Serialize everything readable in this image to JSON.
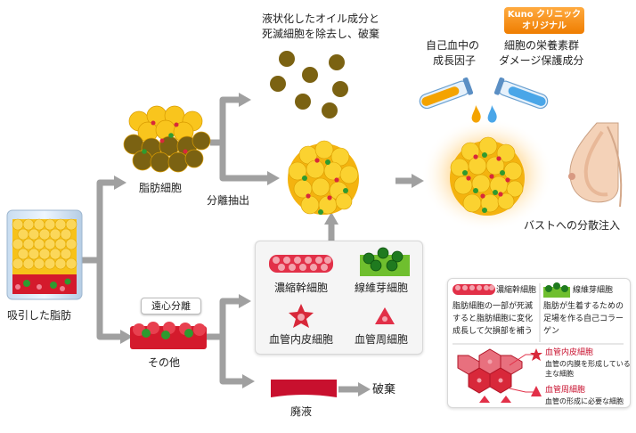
{
  "labels": {
    "oil_caption_line1": "液状化したオイル成分と",
    "oil_caption_line2": "死滅細胞を除去し、破棄",
    "fat_cells": "脂肪細胞",
    "separation_extraction": "分離抽出",
    "aspirated_fat": "吸引した脂肪",
    "centrifuge": "遠心分離",
    "other": "その他",
    "waste_liquid": "廃液",
    "discard": "破棄",
    "breast_injection": "バストへの分散注入",
    "growth_factor_line1": "自己血中の",
    "growth_factor_line2": "成長因子",
    "kuno_badge_line1": "Kuno クリニック",
    "kuno_badge_line2": "オリジナル",
    "nutrient_line1": "細胞の栄養素群",
    "nutrient_line2": "ダメージ保護成分"
  },
  "cell_box": {
    "stem_cells": "濃縮幹細胞",
    "fibroblasts": "線維芽細胞",
    "endothelial": "血管内皮細胞",
    "pericytes": "血管周細胞"
  },
  "legend": {
    "stem_title": "濃縮幹細胞",
    "stem_desc_line1": "脂肪細胞の一部が死滅",
    "stem_desc_line2": "すると脂肪細胞に変化",
    "stem_desc_line3": "成長して欠損部を補う",
    "fibro_title": "線維芽細胞",
    "fibro_desc_line1": "脂肪が生着するための",
    "fibro_desc_line2": "足場を作る自己コラー",
    "fibro_desc_line3": "ゲン",
    "endo_title": "血管内皮細胞",
    "endo_desc_line1": "血管の内膜を形成している",
    "endo_desc_line2": "主な細胞",
    "peri_title": "血管周細胞",
    "peri_desc": "血管の形成に必要な細胞"
  },
  "colors": {
    "fat_yellow": "#f7c21a",
    "stem_red": "#d8283a",
    "fibro_green": "#2f9a2f",
    "arrow_gray": "#9a9a9a",
    "kuno_orange": "#ef7d00"
  }
}
